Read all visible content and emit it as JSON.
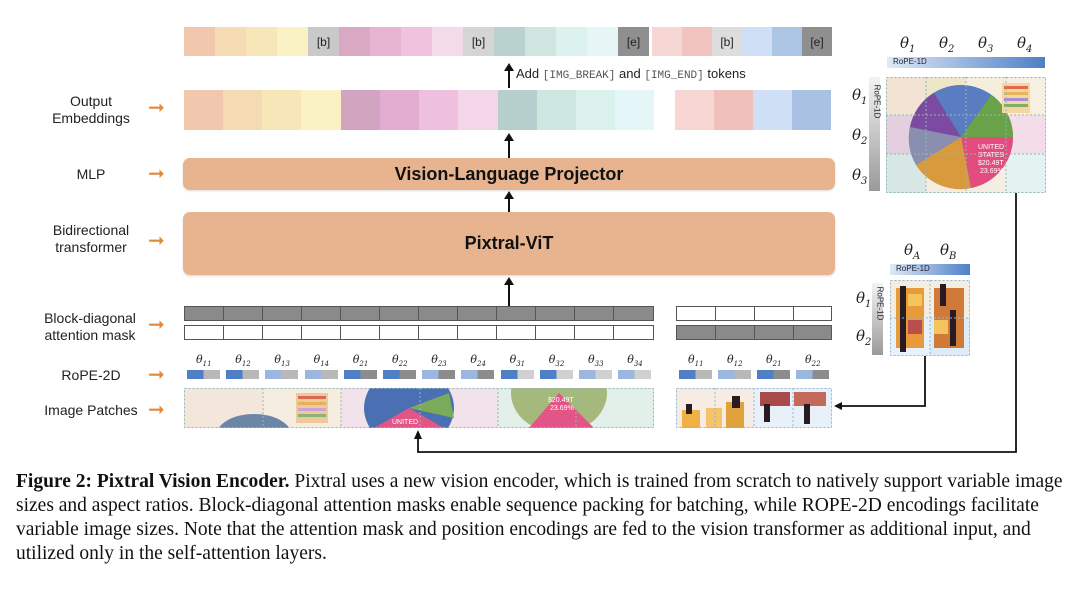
{
  "left_labels": {
    "output_embeddings": "Output\nEmbeddings",
    "mlp": "MLP",
    "bidirectional": "Bidirectional\ntransformer",
    "block_diag": "Block-diagonal\nattention mask",
    "rope": "RoPE-2D",
    "patches": "Image Patches"
  },
  "blocks": {
    "projector": "Vision-Language Projector",
    "vit": "Pixtral-ViT"
  },
  "tokens_note": {
    "prefix": "Add",
    "break_token": "[IMG_BREAK]",
    "and": "and",
    "end_token": "[IMG_END]",
    "suffix": "tokens"
  },
  "special_tokens": {
    "break": "[b]",
    "end": "[e]"
  },
  "rope_axis_label": "RoPE-1D",
  "top_row_thetas": [
    "θ11",
    "θ12",
    "θ13",
    "θ14",
    "θ21",
    "θ22",
    "θ23",
    "θ24",
    "θ31",
    "θ32",
    "θ33",
    "θ34"
  ],
  "right_row_thetas": [
    "θ11",
    "θ12",
    "θ21",
    "θ22"
  ],
  "image1_col_thetas": [
    "θ1",
    "θ2",
    "θ3",
    "θ4"
  ],
  "image1_row_thetas": [
    "θ1",
    "θ2",
    "θ3"
  ],
  "image2_col_thetas": [
    "θA",
    "θB"
  ],
  "image2_row_thetas": [
    "θ1",
    "θ2"
  ],
  "pie_text": {
    "country": "UNITED\nSTATES",
    "value": "$20.49T",
    "pct": "23.69%",
    "short": "UNITED"
  },
  "colors": {
    "orange_block": "#e7b48f",
    "arrow_orange": "#e08a3a",
    "mask_dark": "#8a8a8a",
    "rope_blue": "#4f7fc6"
  },
  "caption": {
    "bold": "Figure 2: Pixtral Vision Encoder.",
    "text": " Pixtral uses a new vision encoder, which is trained from scratch to natively support variable image sizes and aspect ratios. Block-diagonal attention masks enable sequence packing for batching, while ROPE-2D encodings facilitate variable image sizes. Note that the attention mask and position encodings are fed to the vision transformer as additional input, and utilized only in the self-attention layers."
  }
}
